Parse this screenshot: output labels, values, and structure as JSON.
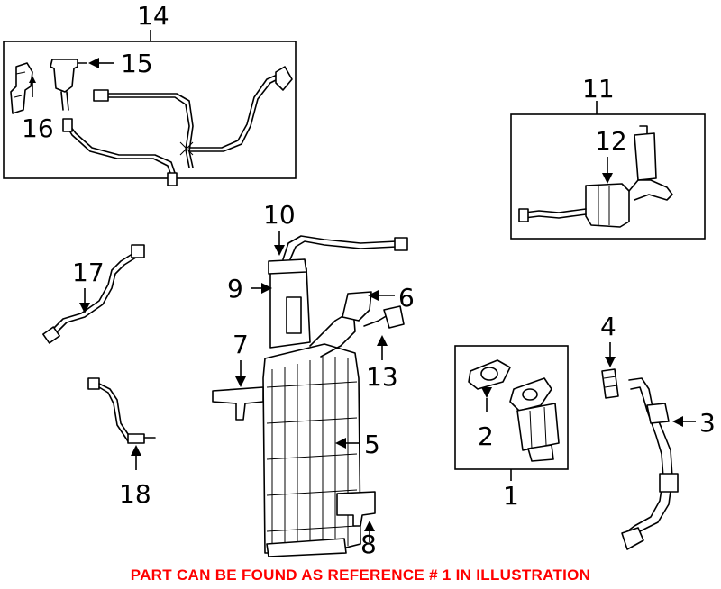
{
  "callouts": {
    "c1": "1",
    "c2": "2",
    "c3": "3",
    "c4": "4",
    "c5": "5",
    "c6": "6",
    "c7": "7",
    "c8": "8",
    "c9": "9",
    "c10": "10",
    "c11": "11",
    "c12": "12",
    "c13": "13",
    "c14": "14",
    "c15": "15",
    "c16": "16",
    "c17": "17",
    "c18": "18"
  },
  "notice": "PART CAN BE FOUND AS REFERENCE # 1 IN ILLUSTRATION",
  "colors": {
    "notice": "#ff0000",
    "line": "#000000",
    "background": "#ffffff"
  }
}
